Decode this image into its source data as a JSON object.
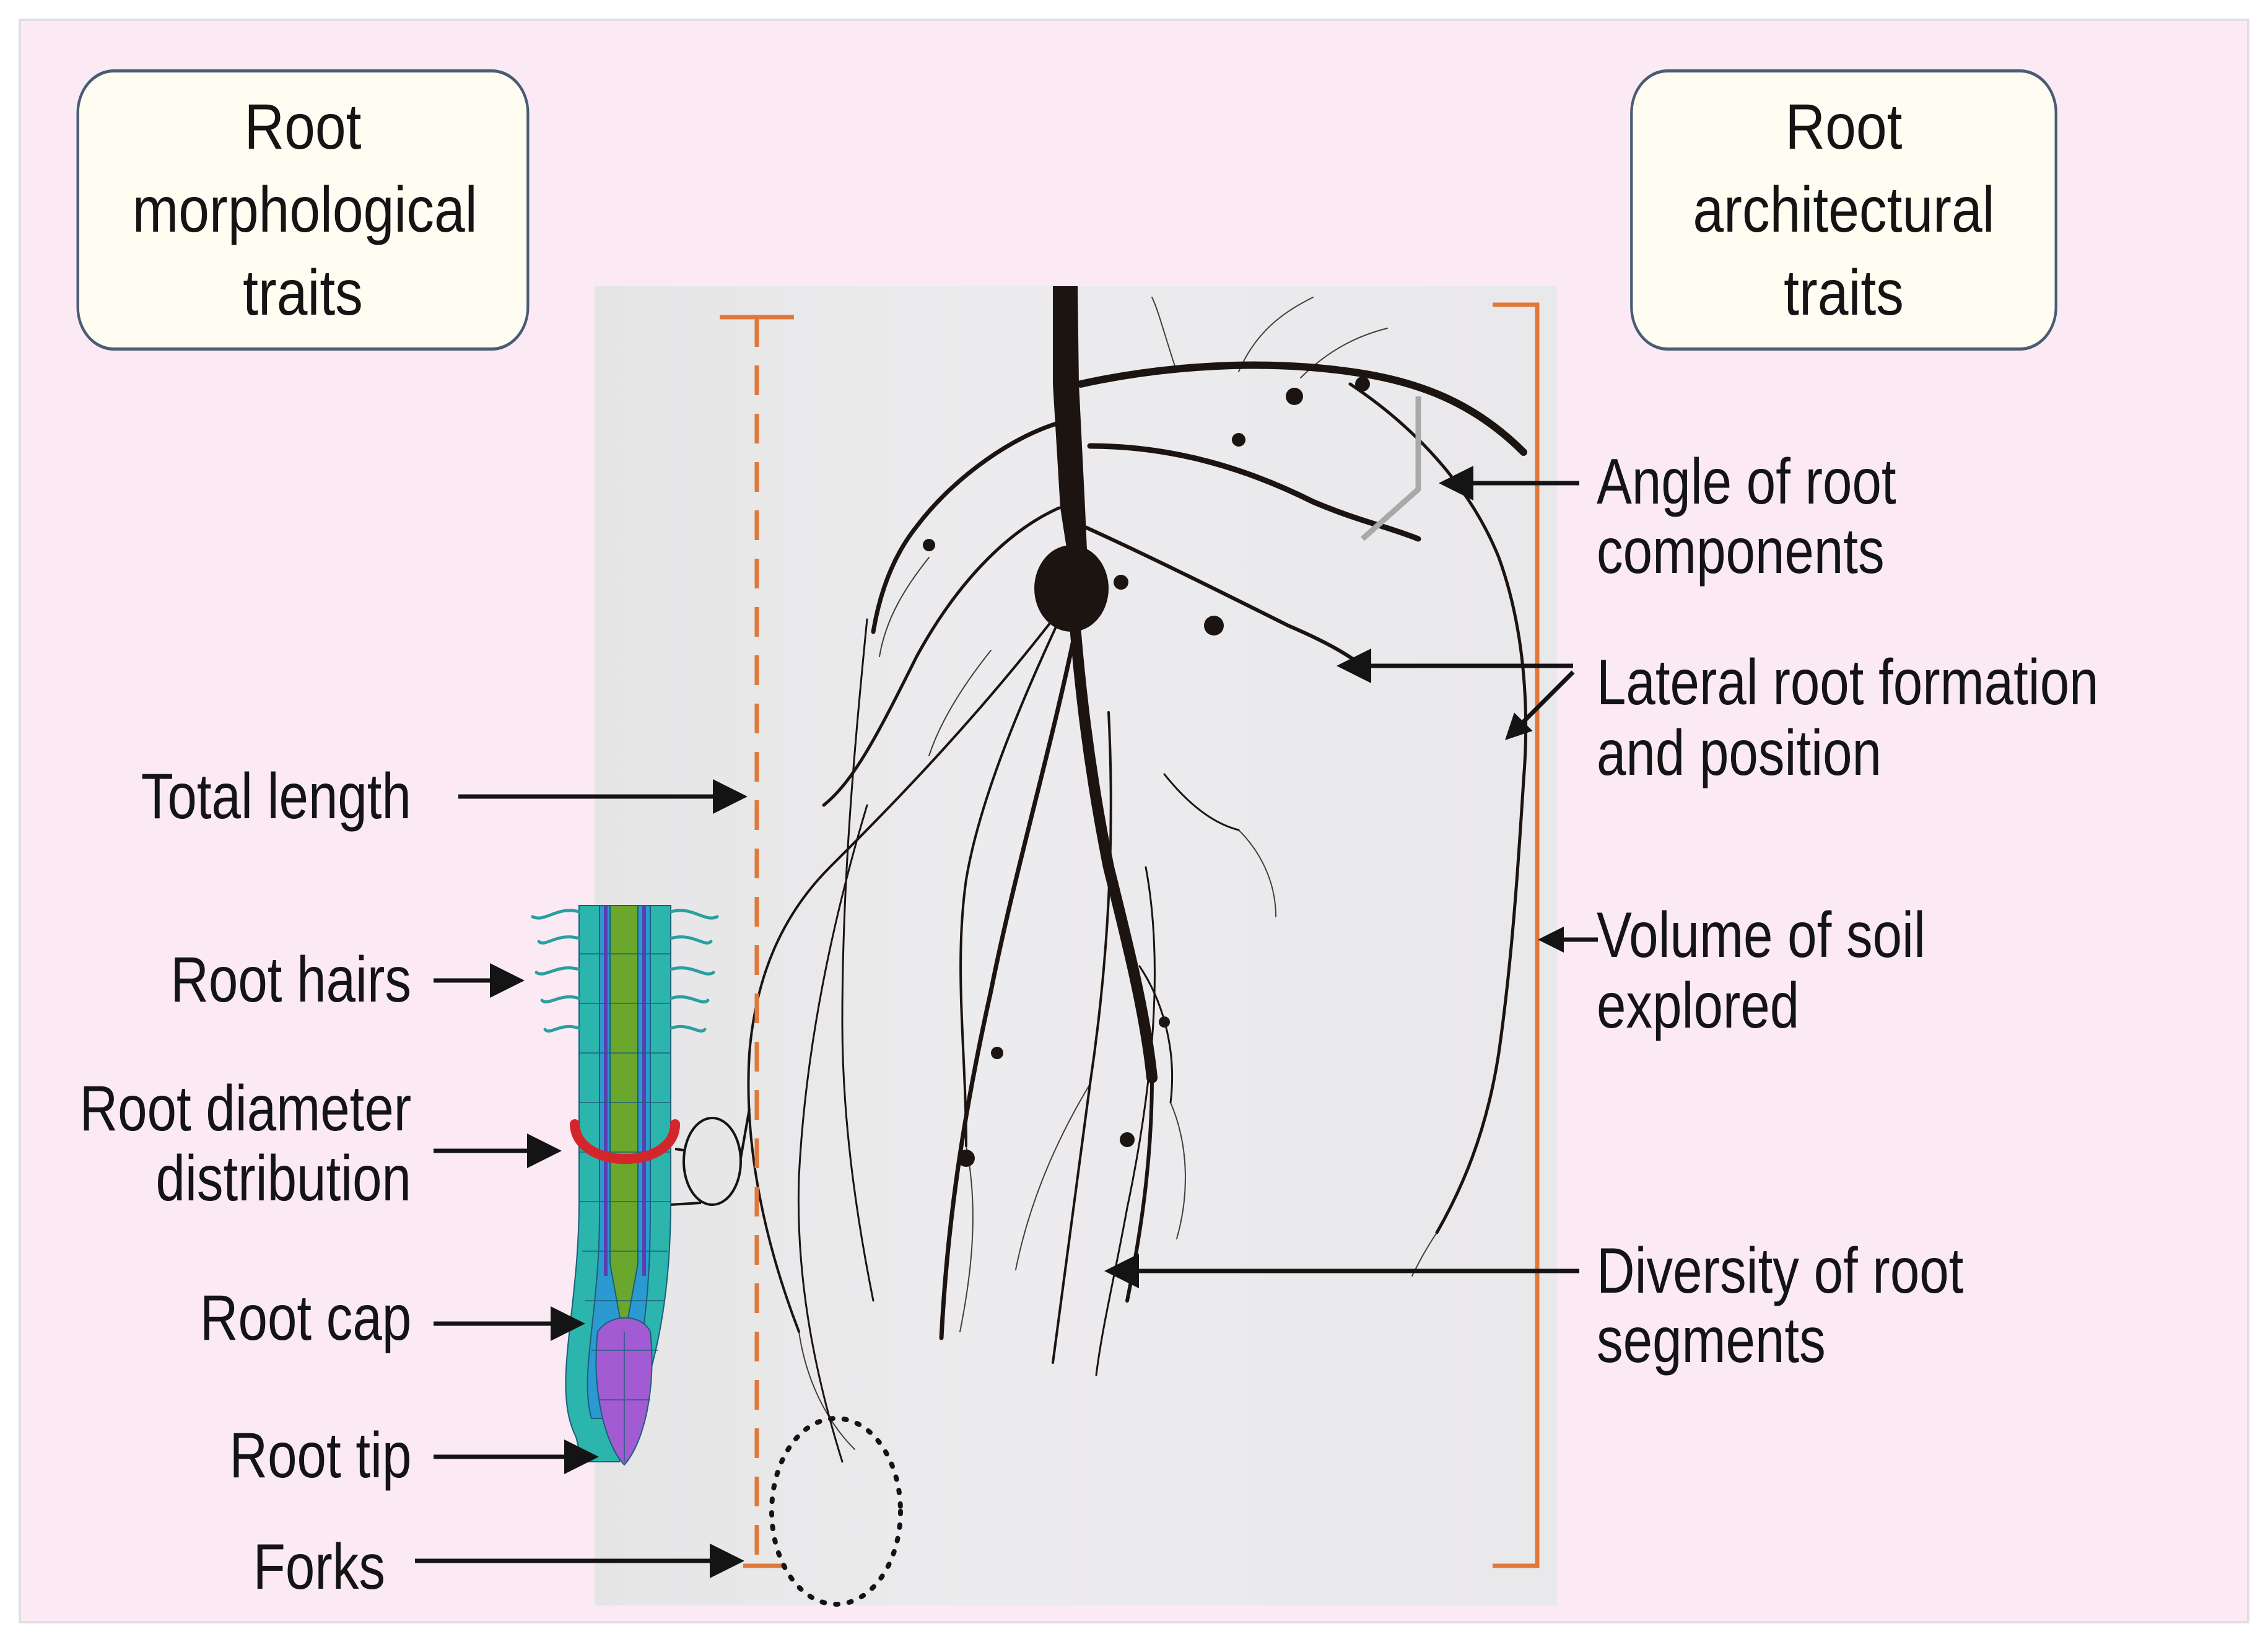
{
  "headings": {
    "morphological": "Root morphological traits",
    "architectural": "Root architectural traits"
  },
  "morphological_labels": {
    "total_length": "Total length",
    "root_hairs": "Root hairs",
    "root_diameter_line1": "Root diameter",
    "root_diameter_line2": "distribution",
    "root_cap": "Root cap",
    "root_tip": "Root tip",
    "forks": "Forks"
  },
  "architectural_labels": {
    "angle_line1": "Angle of root",
    "angle_line2": "components",
    "lateral_line1": "Lateral root formation",
    "lateral_line2": "and position",
    "volume_line1": "Volume of soil",
    "volume_line2": "explored",
    "diversity_line1": "Diversity of root",
    "diversity_line2": "segments"
  },
  "colors": {
    "background": "#fbeaf4",
    "box_fill": "#fffdf1",
    "box_border": "#4a5c74",
    "bracket_orange": "#e0783a",
    "root_dark": "#1c1410",
    "root_epidermis": "#2cb5ad",
    "root_cortex": "#2a9ad0",
    "root_stele": "#6aa72c",
    "root_cap_purple": "#a25bd2",
    "diameter_marker": "#d3262a"
  }
}
